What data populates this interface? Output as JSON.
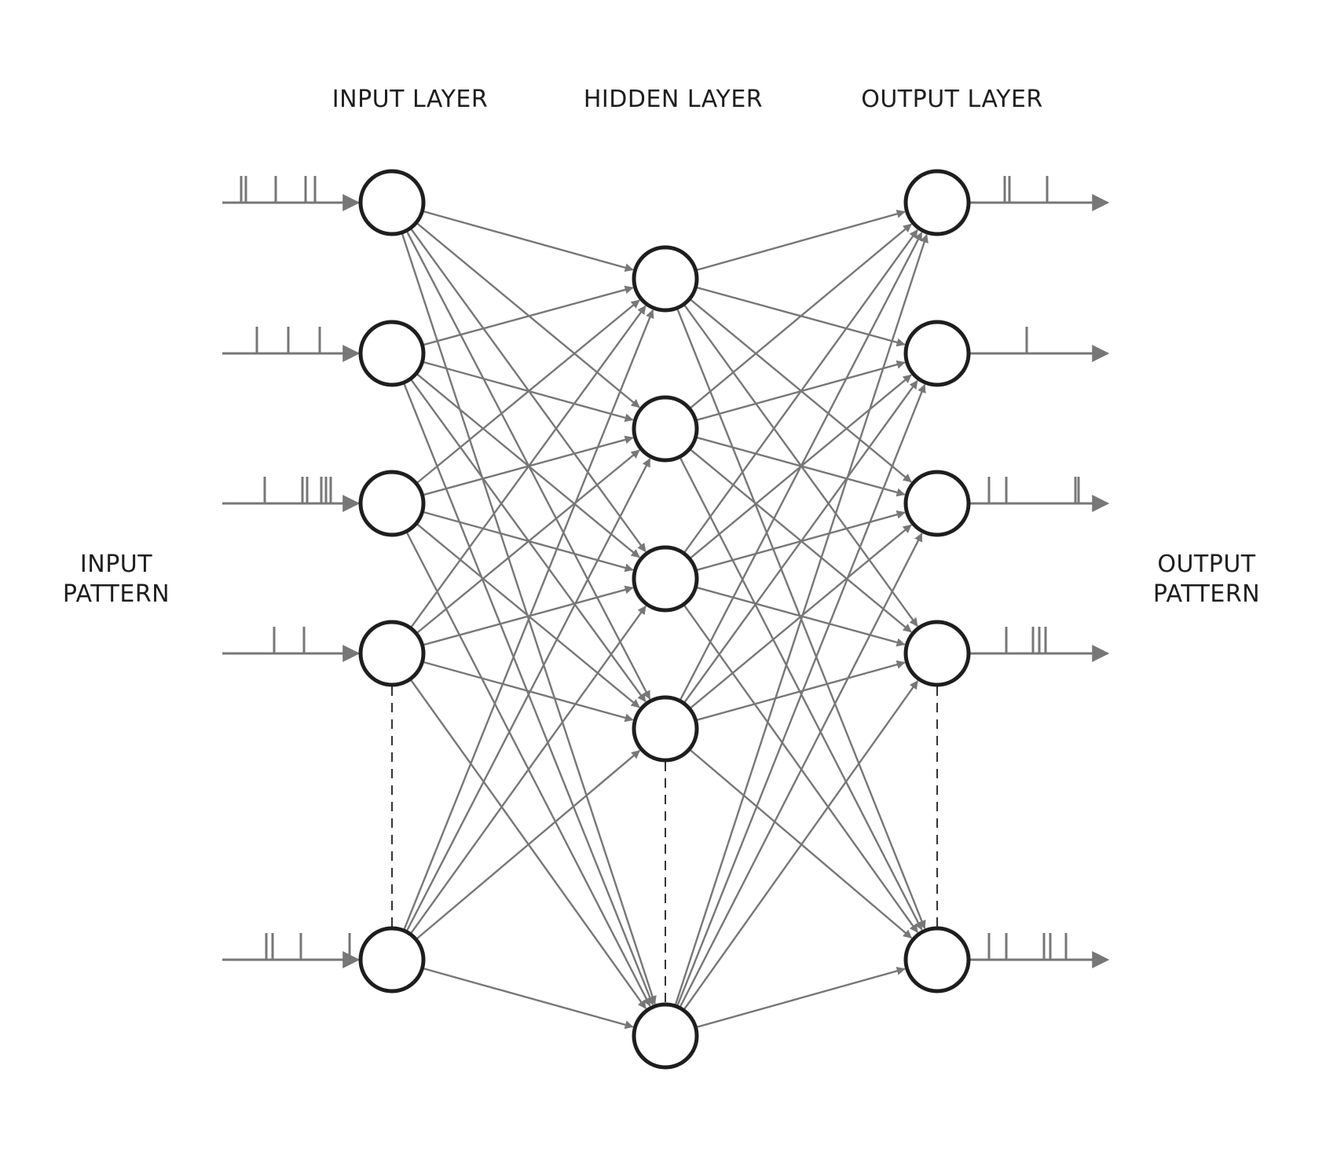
{
  "diagram": {
    "layer_titles": {
      "input": "INPUT LAYER",
      "hidden": "HIDDEN LAYER",
      "output": "OUTPUT LAYER"
    },
    "side_labels": {
      "input": [
        "INPUT",
        "PATTERN"
      ],
      "output": [
        "OUTPUT",
        "PATTERN"
      ]
    },
    "layers": {
      "input": {
        "visible_neurons": 5,
        "ellipsis_after": 4
      },
      "hidden": {
        "visible_neurons": 6,
        "ellipsis_after": 5
      },
      "output": {
        "visible_neurons": 5,
        "ellipsis_after": 4
      }
    },
    "connectivity": "fully-connected",
    "colors": {
      "neuron_stroke": "#1e1e1e",
      "neuron_fill": "#ffffff",
      "connection": "#777777",
      "text": "#1e1e1e"
    }
  }
}
